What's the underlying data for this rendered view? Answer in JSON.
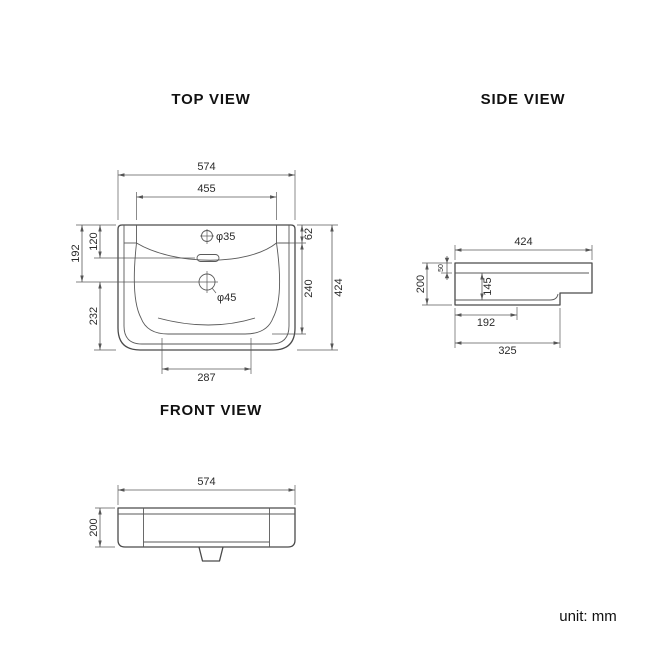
{
  "titles": {
    "top_view": "TOP VIEW",
    "side_view": "SIDE VIEW",
    "front_view": "FRONT VIEW"
  },
  "unit_label": "unit: mm",
  "colors": {
    "background": "#ffffff",
    "outline": "#4a4a4a",
    "dimension": "#555555",
    "text": "#111111"
  },
  "top_view": {
    "overall_width": "574",
    "deck_width": "455",
    "edge_to_overflow": "120",
    "edge_to_drain": "192",
    "drain_to_front": "232",
    "deck_depth": "62",
    "bowl_depth": "240",
    "overall_depth": "424",
    "bowl_bottom_width": "287",
    "faucet_hole": "φ35",
    "drain_hole": "φ45"
  },
  "side_view": {
    "overall_depth": "424",
    "rim_height": "50",
    "overall_height": "200",
    "bowl_inner_depth": "145",
    "drain_offset": "192",
    "bowl_extent": "325"
  },
  "front_view": {
    "overall_width": "574",
    "overall_height": "200"
  }
}
